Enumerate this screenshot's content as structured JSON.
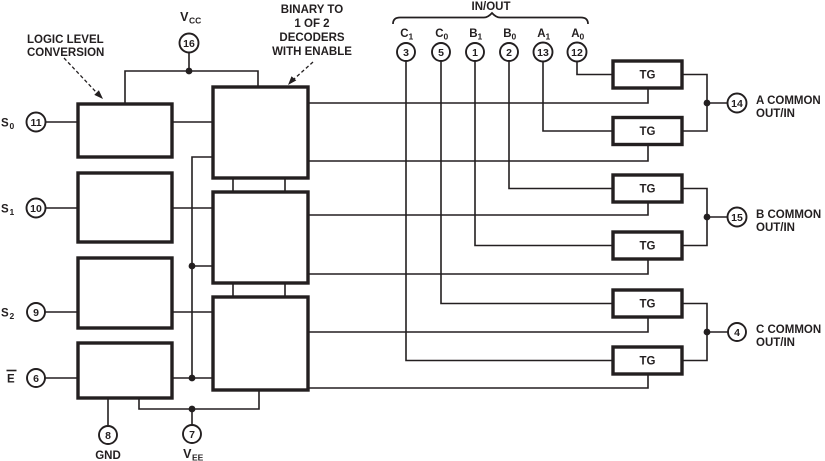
{
  "labels": {
    "logic_level_line1": "LOGIC LEVEL",
    "logic_level_line2": "CONVERSION",
    "decoder_line1": "BINARY TO",
    "decoder_line2": "1 OF 2",
    "decoder_line3": "DECODERS",
    "decoder_line4": "WITH ENABLE",
    "inout": "IN/OUT",
    "tg": "TG",
    "gnd": "GND"
  },
  "power": {
    "vcc": {
      "base": "V",
      "sub": "CC",
      "pin": "16"
    },
    "vee": {
      "base": "V",
      "sub": "EE",
      "pin": "7"
    },
    "gnd": {
      "pin": "8"
    }
  },
  "selects": [
    {
      "base": "S",
      "sub": "0",
      "pin": "11",
      "overline": false
    },
    {
      "base": "S",
      "sub": "1",
      "pin": "10",
      "overline": false
    },
    {
      "base": "S",
      "sub": "2",
      "pin": "9",
      "overline": false
    },
    {
      "base": "E",
      "sub": "",
      "pin": "6",
      "overline": true
    }
  ],
  "io": [
    {
      "base": "C",
      "sub": "1",
      "pin": "3"
    },
    {
      "base": "C",
      "sub": "0",
      "pin": "5"
    },
    {
      "base": "B",
      "sub": "1",
      "pin": "1"
    },
    {
      "base": "B",
      "sub": "0",
      "pin": "2"
    },
    {
      "base": "A",
      "sub": "1",
      "pin": "13"
    },
    {
      "base": "A",
      "sub": "0",
      "pin": "12"
    }
  ],
  "commons": [
    {
      "pin": "14",
      "line1": "A COMMON",
      "line2": "OUT/IN"
    },
    {
      "pin": "15",
      "line1": "B COMMON",
      "line2": "OUT/IN"
    },
    {
      "pin": "4",
      "line1": "C COMMON",
      "line2": "OUT/IN"
    }
  ],
  "colors": {
    "ink": "#231f20",
    "paper": "#ffffff"
  }
}
